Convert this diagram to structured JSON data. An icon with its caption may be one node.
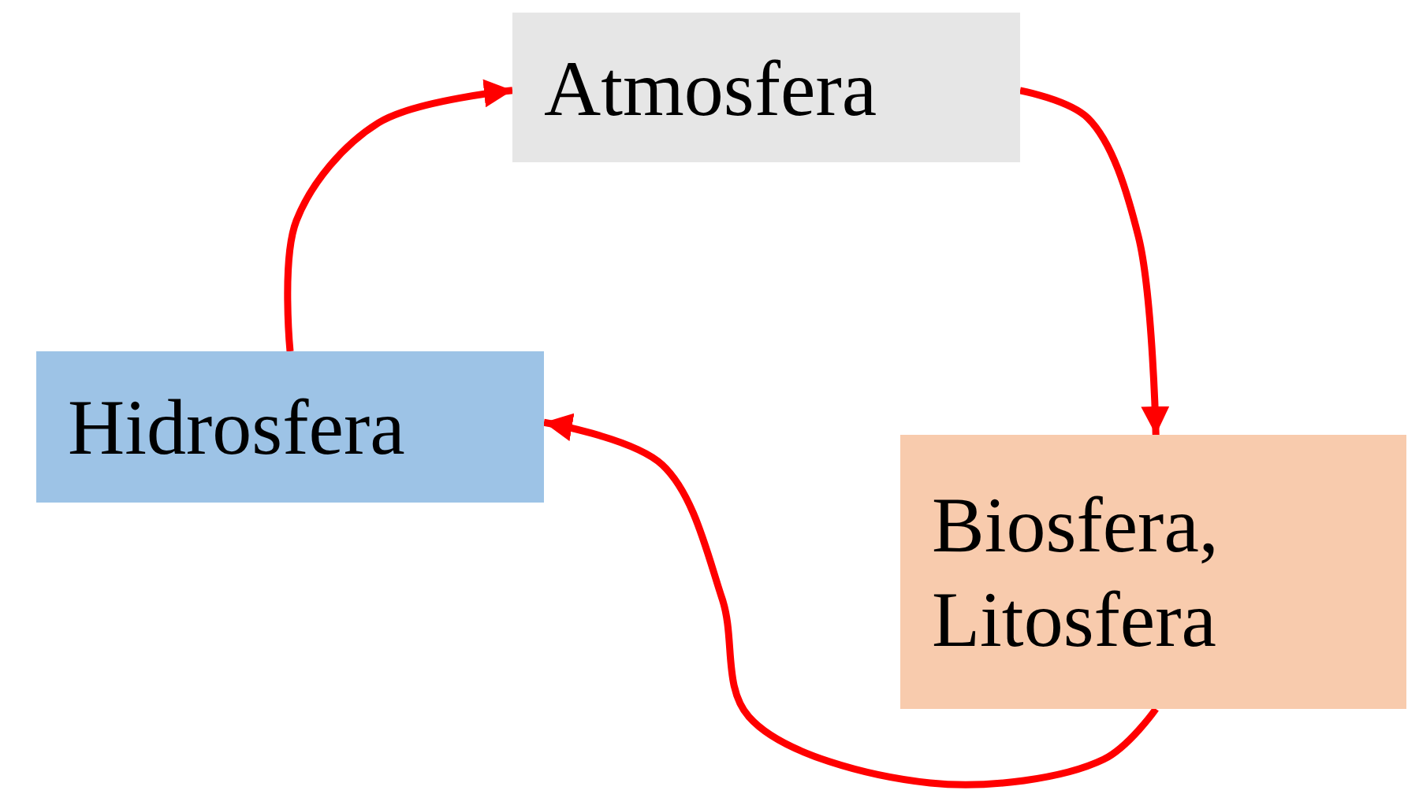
{
  "diagram": {
    "nodes": [
      {
        "text": [
          "Atmosfera"
        ]
      },
      {
        "text": [
          "Hidrosfera"
        ]
      },
      {
        "text": [
          "Biosfera, Litosfera"
        ]
      }
    ],
    "edges": [
      {
        "from": 1,
        "to": 0,
        "arrow": "to",
        "color": "#ff0000"
      },
      {
        "from": 0,
        "to": 2,
        "arrow": "to",
        "color": "#ff0000"
      },
      {
        "from": 2,
        "to": 1,
        "arrow": "to",
        "color": "#ff0000"
      }
    ]
  }
}
